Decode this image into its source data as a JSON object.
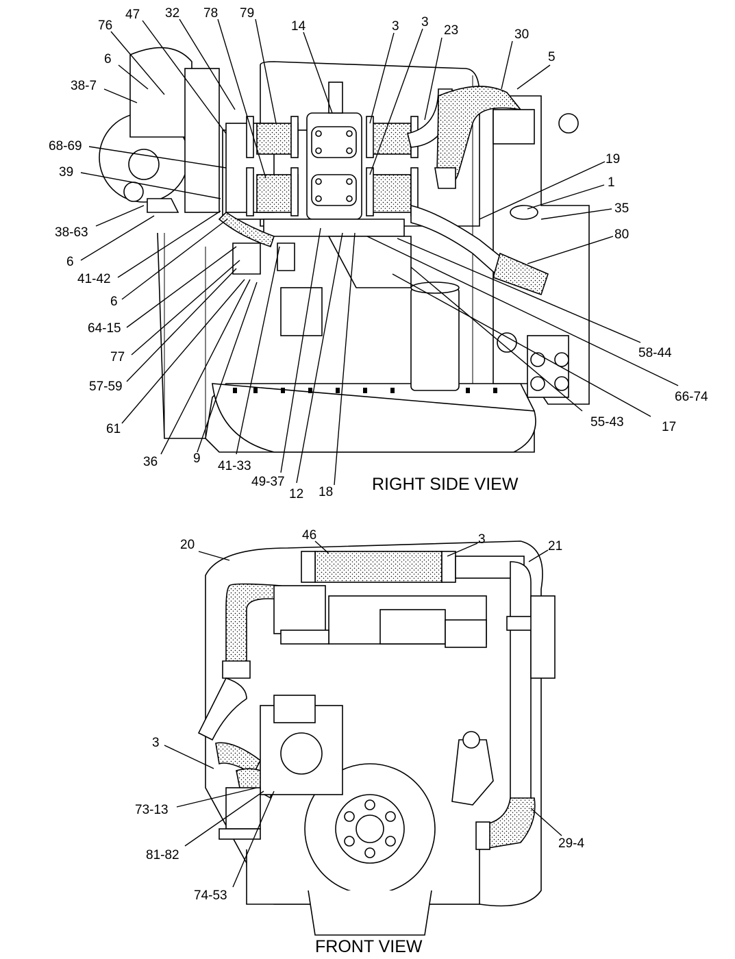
{
  "views": [
    {
      "title": "RIGHT SIDE VIEW",
      "callouts": [
        "76",
        "47",
        "32",
        "78",
        "79",
        "14",
        "3",
        "3",
        "23",
        "30",
        "5",
        "6",
        "38-7",
        "68-69",
        "39",
        "38-63",
        "6",
        "41-42",
        "6",
        "64-15",
        "77",
        "57-59",
        "61",
        "36",
        "9",
        "41-33",
        "49-37",
        "12",
        "18",
        "19",
        "1",
        "35",
        "80",
        "58-44",
        "66-74",
        "55-43",
        "17"
      ]
    },
    {
      "title": "FRONT VIEW",
      "callouts": [
        "20",
        "46",
        "3",
        "21",
        "3",
        "73-13",
        "81-82",
        "74-53",
        "29-4"
      ]
    }
  ]
}
